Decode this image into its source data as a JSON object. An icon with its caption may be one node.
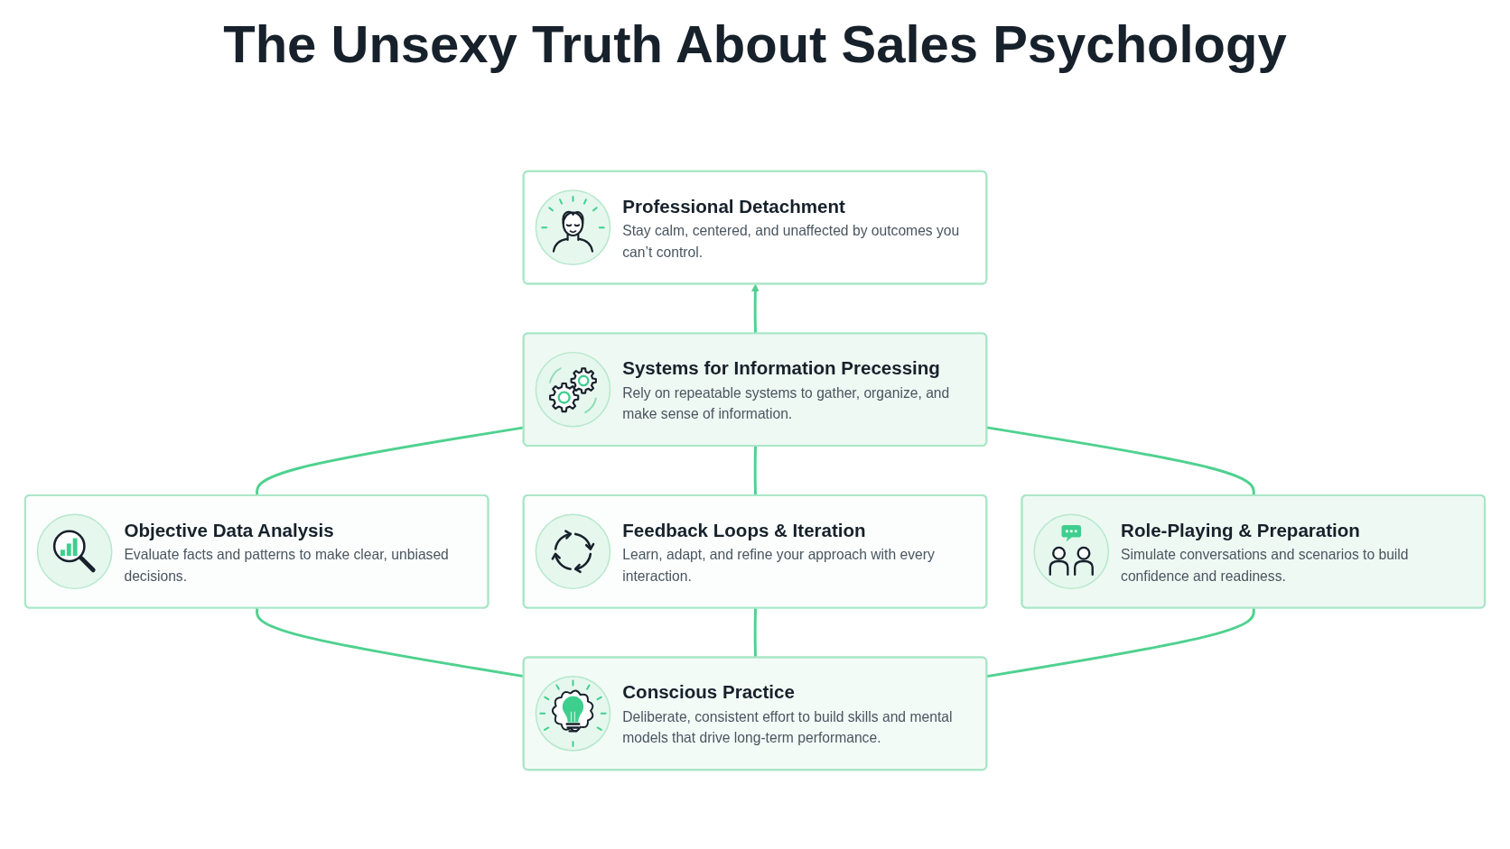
{
  "diagram": {
    "title": "The Unsexy Truth About Sales Psychology",
    "nodes": [
      {
        "text": [
          "Professional Detachment",
          "Stay calm, centered, and unaffected by outcomes you can’t control."
        ]
      },
      {
        "text": [
          "Systems for Information Precessing",
          "Rely on repeatable systems to gather, organize, and make sense of information."
        ]
      },
      {
        "text": [
          "Objective Data Analysis",
          "Evaluate facts and patterns to make clear, unbiased decisions."
        ]
      },
      {
        "text": [
          "Feedback Loops & Iteration",
          "Learn, adapt, and refine your approach with every interaction."
        ]
      },
      {
        "text": [
          "Role-Playing & Preparation",
          "Simulate conversations and scenarios to build confidence and readiness."
        ]
      },
      {
        "text": [
          "Conscious Practice",
          "Deliberate, consistent effort to build skills and mental models that drive long-term performance."
        ]
      }
    ],
    "edges": [
      {
        "from": 1,
        "to": 0,
        "arrow": "to"
      },
      {
        "from": 2,
        "to": 1,
        "arrow": "none"
      },
      {
        "from": 3,
        "to": 1,
        "arrow": "none"
      },
      {
        "from": 4,
        "to": 1,
        "arrow": "none"
      },
      {
        "from": 5,
        "to": 2,
        "arrow": "none"
      },
      {
        "from": 5,
        "to": 3,
        "arrow": "none"
      },
      {
        "from": 5,
        "to": 4,
        "arrow": "none"
      }
    ]
  }
}
